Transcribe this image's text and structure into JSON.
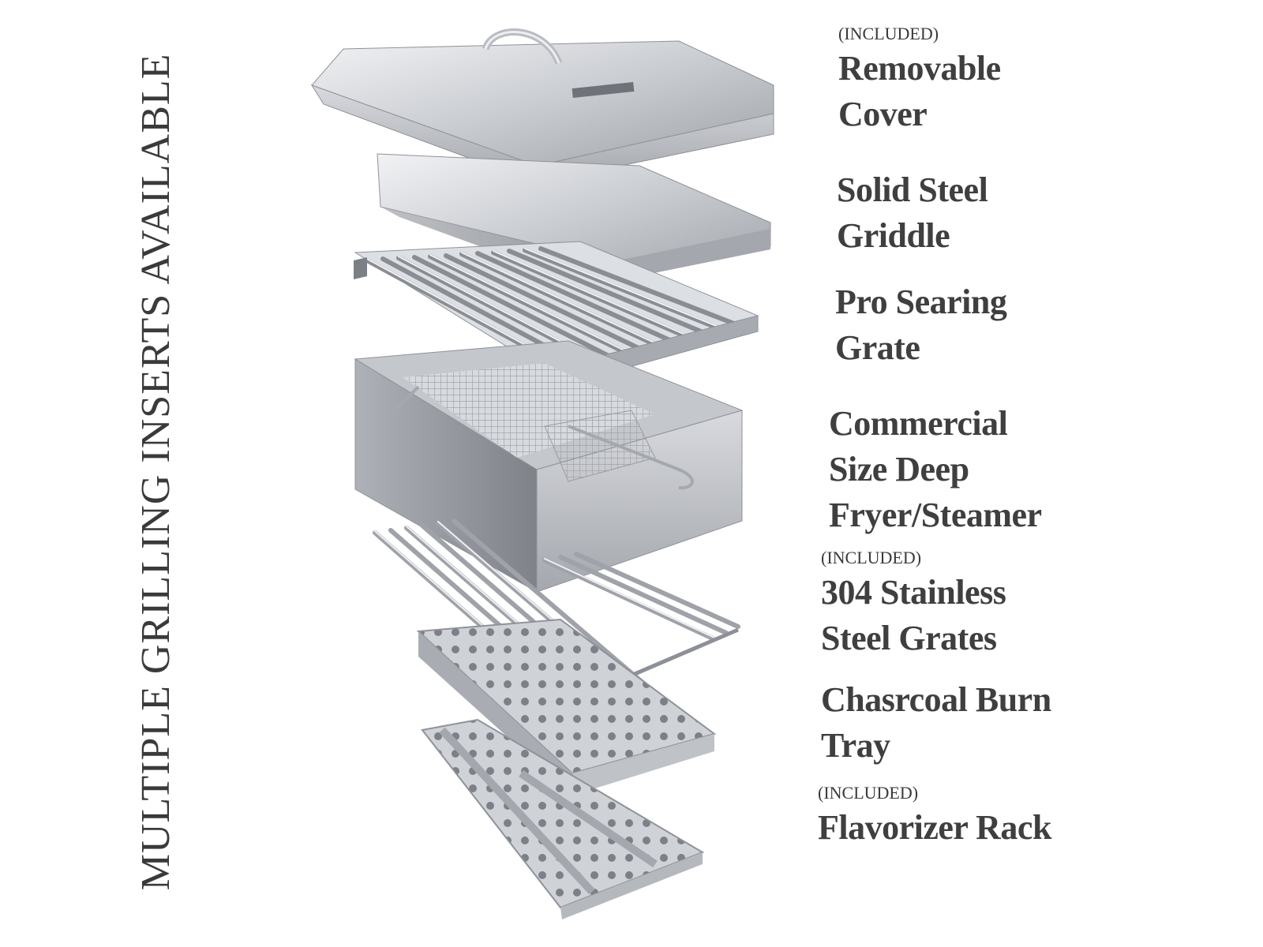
{
  "side_title": "MULTIPLE GRILLING INSERTS AVAILABLE",
  "components": [
    {
      "tag": "(INCLUDED)",
      "lines": [
        "Removable",
        "Cover"
      ]
    },
    {
      "tag": "",
      "lines": [
        "Solid Steel",
        "Griddle"
      ]
    },
    {
      "tag": "",
      "lines": [
        "Pro Searing",
        "Grate"
      ]
    },
    {
      "tag": "",
      "lines": [
        "Commercial",
        "Size Deep",
        "Fryer/Steamer"
      ]
    },
    {
      "tag": "(INCLUDED)",
      "lines": [
        "304 Stainless",
        "Steel Grates"
      ]
    },
    {
      "tag": "",
      "lines": [
        "Chasrcoal Burn",
        "Tray"
      ]
    },
    {
      "tag": "(INCLUDED)",
      "lines": [
        "Flavorizer Rack"
      ]
    }
  ],
  "colors": {
    "text": "#3a3a3a",
    "steel_light": "#e4e6ea",
    "steel_mid": "#b9bcc2",
    "steel_dark": "#8d9097"
  }
}
